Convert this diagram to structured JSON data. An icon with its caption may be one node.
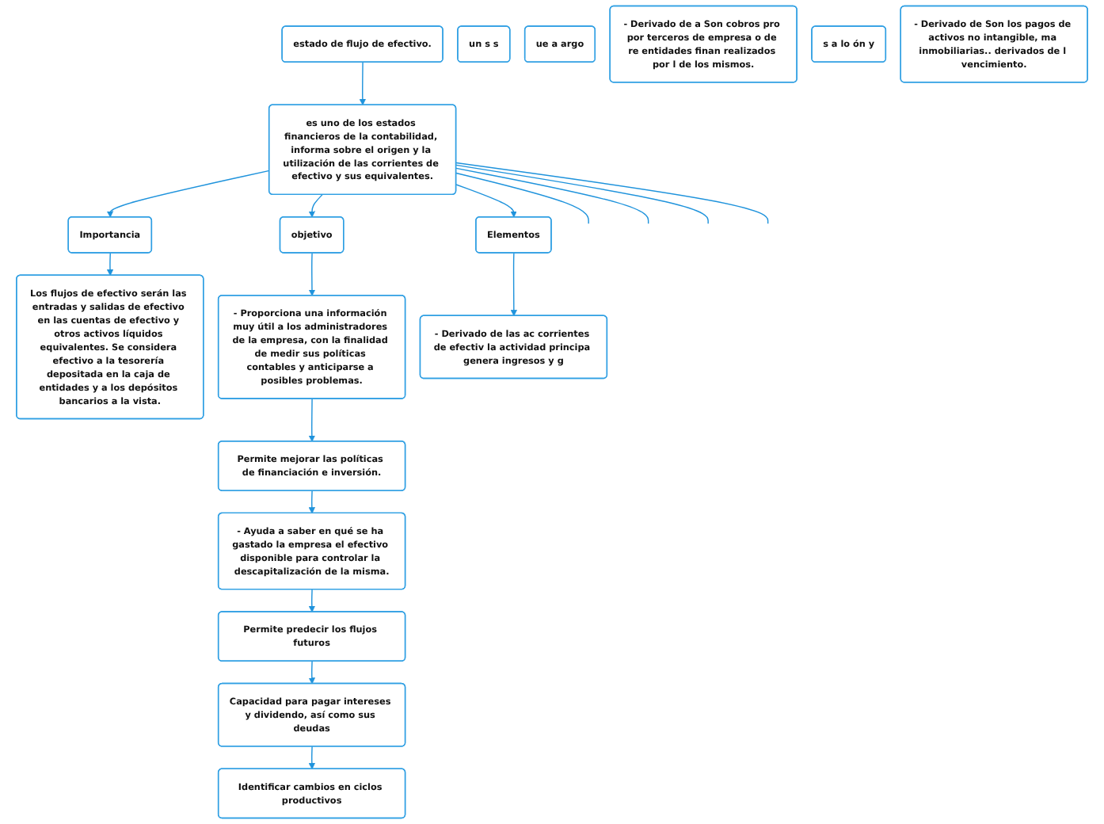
{
  "diagram": {
    "nodes": [
      {
        "text": [
          "estado de flujo de efectivo."
        ]
      },
      {
        "text": [
          "es uno de los estados financieros de la contabilidad, informa sobre el origen y la utilización de las corrientes de efectivo y sus equivalentes."
        ]
      },
      {
        "text": [
          "Importancia"
        ]
      },
      {
        "text": [
          "objetivo"
        ]
      },
      {
        "text": [
          "Elementos"
        ]
      },
      {
        "text": [
          "un s s"
        ]
      },
      {
        "text": [
          "Los flujos de efectivo serán las entradas y salidas de efectivo en las cuentas de efectivo y otros activos líquidos equivalentes. Se considera efectivo a la tesorería depositada en la caja de entidades y a los depósitos bancarios a la vista."
        ]
      },
      {
        "text": [
          "- Proporciona una información muy útil a los administradores de la empresa, con la finalidad de medir sus políticas contables y anticiparse a posibles problemas."
        ]
      },
      {
        "text": [
          "- Derivado de las ac corrientes de efectiv la actividad principa genera ingresos y g"
        ]
      },
      {
        "text": [
          "Permite mejorar las políticas de financiación e inversión."
        ]
      },
      {
        "text": [
          "ue a argo"
        ]
      },
      {
        "text": [
          "- Derivado de a Son cobros pro por terceros de empresa o de re entidades finan realizados por l de los mismos."
        ]
      },
      {
        "text": [
          "- Ayuda a saber en qué se ha gastado la empresa el efectivo disponible para controlar la descapitalización de la misma."
        ]
      },
      {
        "text": [
          "Permite predecir los flujos futuros"
        ]
      },
      {
        "text": [
          "s a lo ón y"
        ]
      },
      {
        "text": [
          "- Derivado de Son los pagos de activos no intangible, ma inmobiliarias.. derivados de l vencimiento."
        ]
      },
      {
        "text": [
          "Capacidad para pagar intereses y dividendo, así como sus deudas"
        ]
      },
      {
        "text": [
          "Identificar cambios en ciclos productivos"
        ]
      }
    ],
    "edges": [
      {
        "from": 0,
        "to": 1,
        "arrow": "to"
      },
      {
        "from": 1,
        "to": null,
        "arrow": "none"
      },
      {
        "from": 1,
        "to": null,
        "arrow": "none"
      },
      {
        "from": 1,
        "to": null,
        "arrow": "none"
      },
      {
        "from": 1,
        "to": 2,
        "arrow": "to"
      },
      {
        "from": 1,
        "to": 3,
        "arrow": "to"
      },
      {
        "from": 1,
        "to": 4,
        "arrow": "to"
      },
      {
        "from": 1,
        "to": null,
        "arrow": "none"
      },
      {
        "from": 2,
        "to": 6,
        "arrow": "to"
      },
      {
        "from": 3,
        "to": 7,
        "arrow": "to"
      },
      {
        "from": 4,
        "to": 8,
        "arrow": "to"
      },
      {
        "from": 7,
        "to": 9,
        "arrow": "to"
      },
      {
        "from": 9,
        "to": 12,
        "arrow": "to"
      },
      {
        "from": 12,
        "to": 13,
        "arrow": "to"
      },
      {
        "from": 13,
        "to": 16,
        "arrow": "to"
      },
      {
        "from": 16,
        "to": 17,
        "arrow": "to"
      }
    ]
  }
}
